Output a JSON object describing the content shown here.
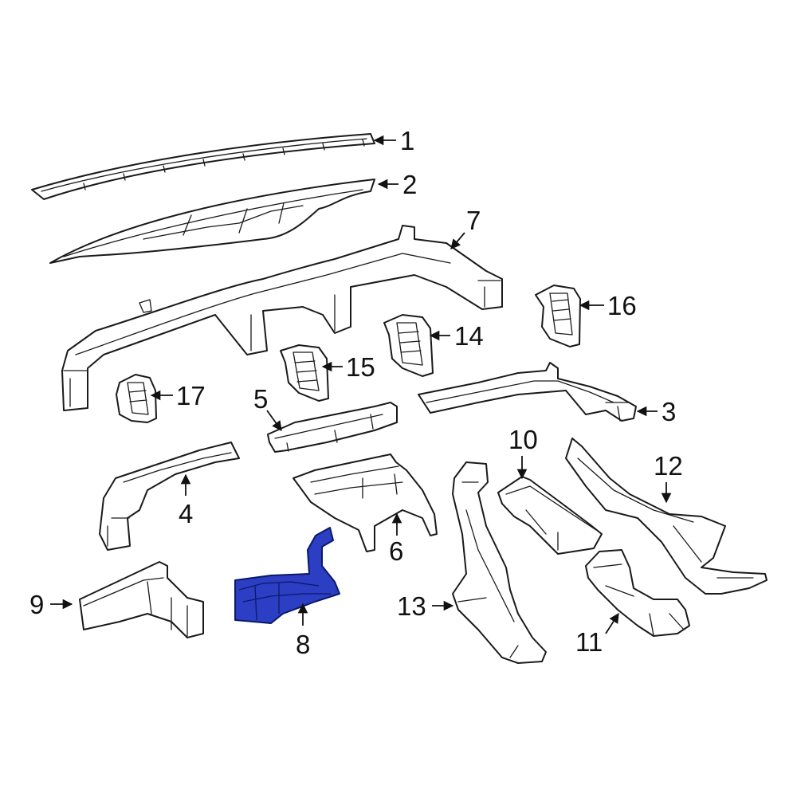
{
  "diagram": {
    "highlight_color": "#2b3ec4",
    "line_color": "#1a1a1a",
    "background": "#ffffff",
    "callouts": [
      {
        "id": "1",
        "label": "1"
      },
      {
        "id": "2",
        "label": "2"
      },
      {
        "id": "3",
        "label": "3"
      },
      {
        "id": "4",
        "label": "4"
      },
      {
        "id": "5",
        "label": "5"
      },
      {
        "id": "6",
        "label": "6"
      },
      {
        "id": "7",
        "label": "7"
      },
      {
        "id": "8",
        "label": "8",
        "highlighted": true
      },
      {
        "id": "9",
        "label": "9"
      },
      {
        "id": "10",
        "label": "10"
      },
      {
        "id": "11",
        "label": "11"
      },
      {
        "id": "12",
        "label": "12"
      },
      {
        "id": "13",
        "label": "13"
      },
      {
        "id": "14",
        "label": "14"
      },
      {
        "id": "15",
        "label": "15"
      },
      {
        "id": "16",
        "label": "16"
      },
      {
        "id": "17",
        "label": "17"
      }
    ]
  }
}
